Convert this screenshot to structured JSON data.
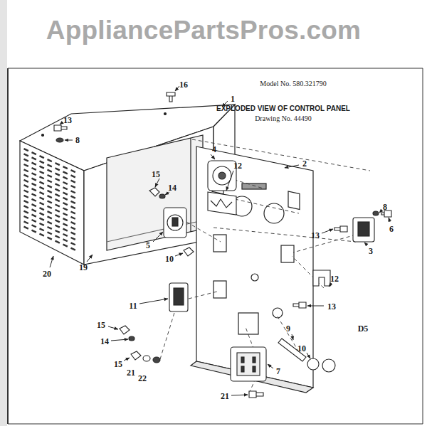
{
  "diagram": {
    "title": "EXPLODED VIEW OF CONTROL PANEL",
    "labels": [
      "AppliancePartsPros.com",
      "Model No. 580.321790",
      "Drawing No. 44490",
      "16",
      "1",
      "13",
      "8",
      "4",
      "12",
      "15",
      "14",
      "2",
      "8",
      "6",
      "3",
      "13",
      "5",
      "10",
      "20",
      "19",
      "12",
      "13",
      "11",
      "9",
      "10",
      "D5",
      "7",
      "15",
      "14",
      "15",
      "21",
      "22",
      "21"
    ]
  }
}
